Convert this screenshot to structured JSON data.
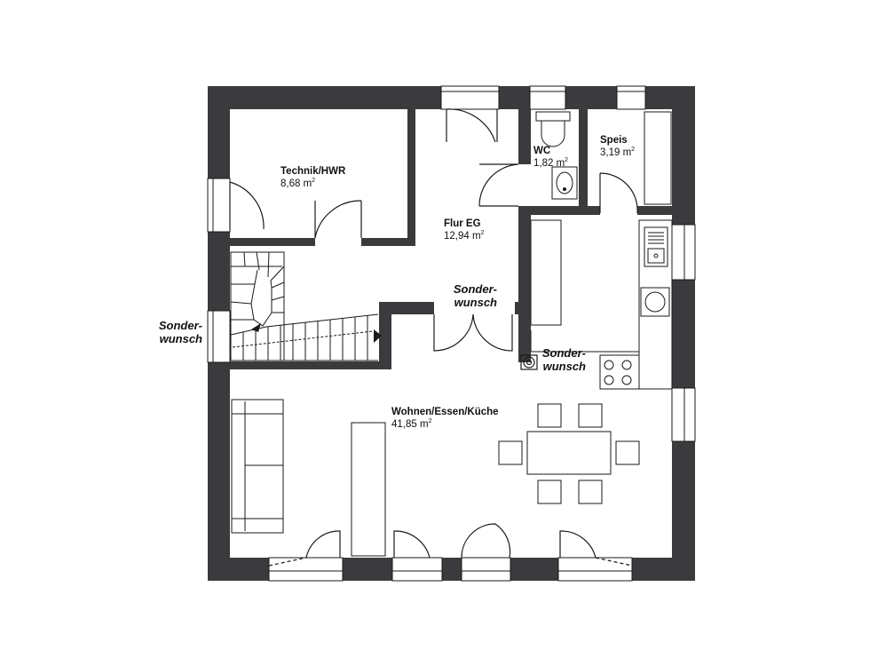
{
  "rooms": {
    "technik": {
      "name": "Technik/HWR",
      "area": "8,68 m",
      "unit_sup": "2"
    },
    "flur": {
      "name": "Flur EG",
      "area": "12,94 m",
      "unit_sup": "2"
    },
    "wc": {
      "name": "WC",
      "area": "1,82 m",
      "unit_sup": "2"
    },
    "speis": {
      "name": "Speis",
      "area": "3,19 m",
      "unit_sup": "2"
    },
    "wohnen": {
      "name": "Wohnen/Essen/Küche",
      "area": "41,85 m",
      "unit_sup": "2"
    }
  },
  "options": {
    "sonderwunsch_left": {
      "line1": "Sonder-",
      "line2": "wunsch"
    },
    "sonderwunsch_flur": {
      "line1": "Sonder-",
      "line2": "wunsch"
    },
    "sonderwunsch_chimney": {
      "line1": "Sonder-",
      "line2": "wunsch"
    }
  },
  "colors": {
    "wall": "#3b3b3e",
    "line": "#1a1a1a",
    "background": "#ffffff"
  }
}
